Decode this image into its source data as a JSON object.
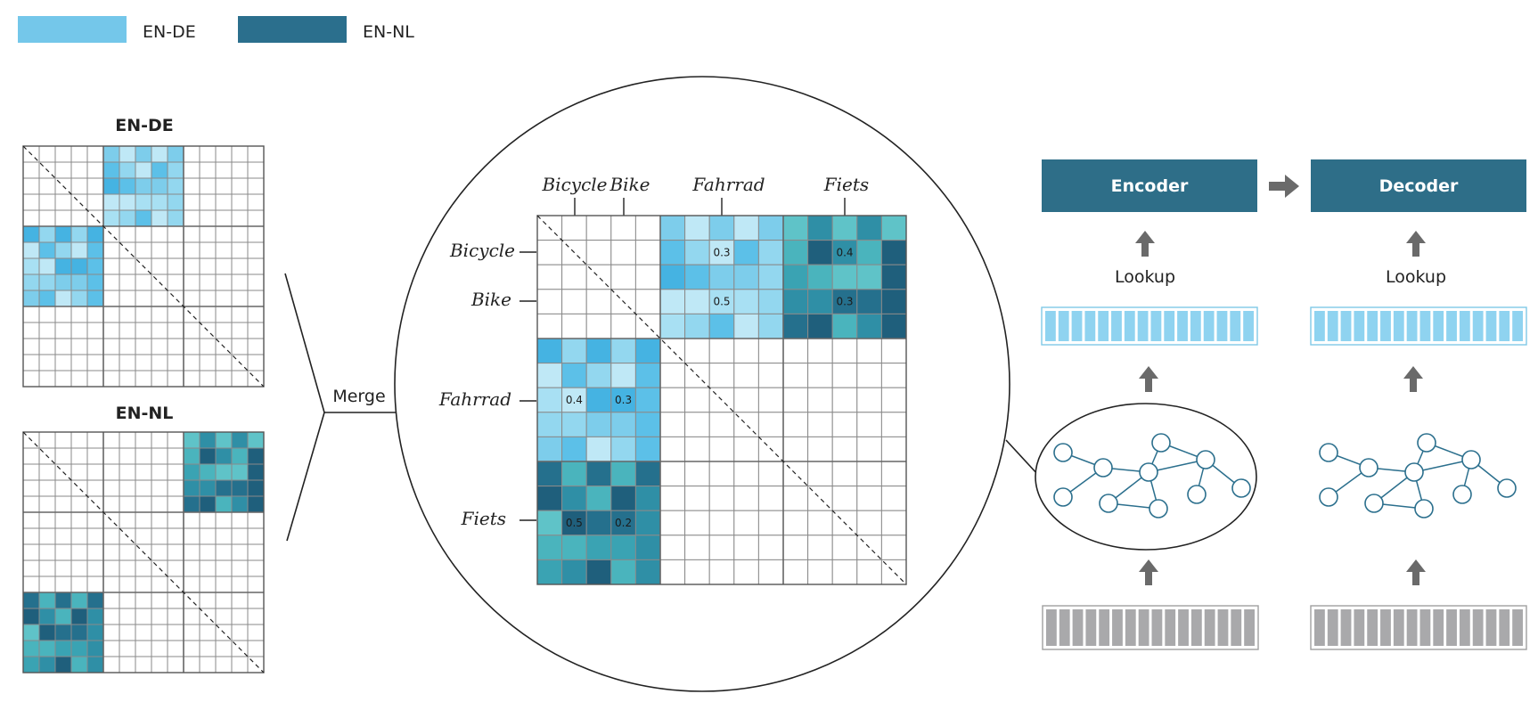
{
  "legend": {
    "items": [
      {
        "label": "EN-DE",
        "color": "#74c7ea"
      },
      {
        "label": "EN-NL",
        "color": "#2b6f8d"
      }
    ]
  },
  "left_matrices": {
    "en_de_title": "EN-DE",
    "en_nl_title": "EN-NL"
  },
  "merge_label": "Merge",
  "zoom": {
    "column_labels": [
      "Bicycle",
      "Bike",
      "Fahrrad",
      "Fiets"
    ],
    "row_labels": [
      "Bicycle",
      "Bike",
      "Fahrrad",
      "Fiets"
    ],
    "cell_values": [
      {
        "r": 1,
        "c": 7,
        "v": "0.3"
      },
      {
        "r": 1,
        "c": 12,
        "v": "0.4"
      },
      {
        "r": 3,
        "c": 7,
        "v": "0.5"
      },
      {
        "r": 3,
        "c": 12,
        "v": "0.3"
      },
      {
        "r": 7,
        "c": 1,
        "v": "0.4"
      },
      {
        "r": 7,
        "c": 3,
        "v": "0.3"
      },
      {
        "r": 12,
        "c": 1,
        "v": "0.5"
      },
      {
        "r": 12,
        "c": 3,
        "v": "0.2"
      }
    ]
  },
  "pipeline": {
    "encoder_label": "Encoder",
    "decoder_label": "Decoder",
    "lookup_left": "Lookup",
    "lookup_right": "Lookup",
    "box_color": "#2e6e88",
    "embed_color": "#8fd3f0",
    "token_color": "#a9a9ab"
  },
  "palette": {
    "de": [
      "#bfe8f6",
      "#a8e0f3",
      "#93d7ef",
      "#7dcdeb",
      "#5cc0e8",
      "#45b3e2"
    ],
    "nl": [
      "#5fc3c8",
      "#4ab4bd",
      "#3aa3b3",
      "#2f8fa6",
      "#25708d",
      "#1f5f7c"
    ]
  }
}
